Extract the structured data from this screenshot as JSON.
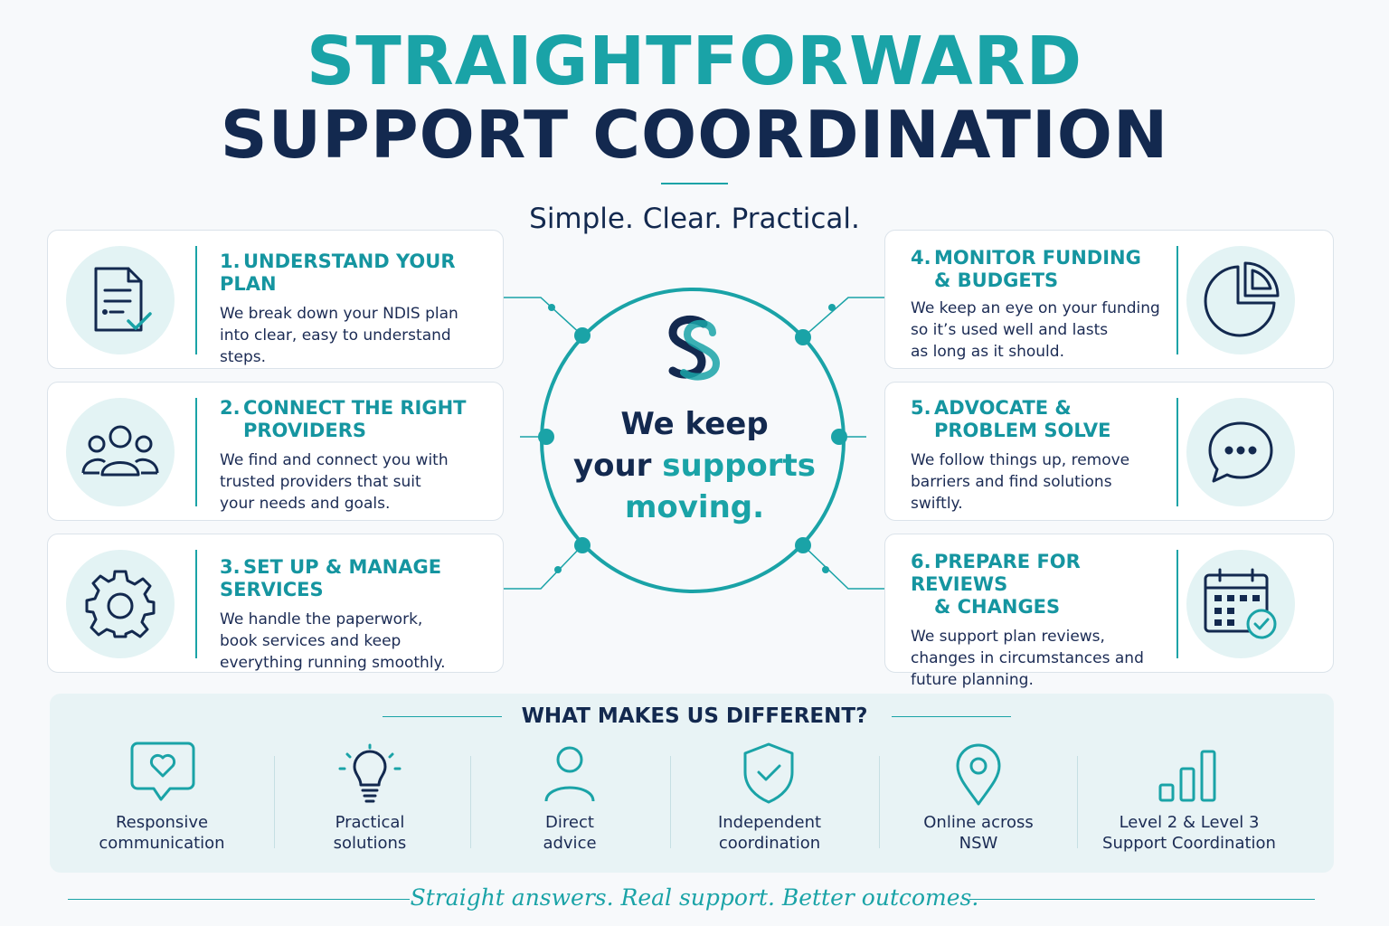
{
  "header": {
    "title_line1": "STRAIGHTFORWARD",
    "title_line2": "SUPPORT COORDINATION",
    "tagline": "Simple. Clear. Practical."
  },
  "steps": [
    {
      "num": "1.",
      "title": [
        "UNDERSTAND YOUR PLAN"
      ],
      "body": [
        "We break down your NDIS plan",
        "into clear, easy to understand",
        "steps."
      ],
      "icon": "document-check-icon"
    },
    {
      "num": "2.",
      "title": [
        "CONNECT THE RIGHT",
        "PROVIDERS"
      ],
      "body": [
        "We find and connect you with",
        "trusted providers that suit",
        "your needs and goals."
      ],
      "icon": "people-group-icon"
    },
    {
      "num": "3.",
      "title": [
        "SET UP & MANAGE SERVICES"
      ],
      "body": [
        "We handle the paperwork,",
        "book services and keep",
        "everything running smoothly."
      ],
      "icon": "gear-icon"
    },
    {
      "num": "4.",
      "title": [
        "MONITOR FUNDING",
        "& BUDGETS"
      ],
      "body": [
        "We keep an eye on your funding",
        "so it’s used well and lasts",
        "as long as it should."
      ],
      "icon": "pie-chart-icon"
    },
    {
      "num": "5.",
      "title": [
        "ADVOCATE &",
        "PROBLEM SOLVE"
      ],
      "body": [
        "We follow things up, remove",
        "barriers and find solutions",
        "swiftly."
      ],
      "icon": "chat-bubble-icon"
    },
    {
      "num": "6.",
      "title": [
        "PREPARE FOR REVIEWS",
        "& CHANGES"
      ],
      "body": [
        "We support plan reviews,",
        "changes in circumstances and",
        "future planning."
      ],
      "icon": "calendar-check-icon"
    }
  ],
  "center": {
    "logo_icon": "linked-s-logo-icon",
    "line1": "We keep",
    "line2a": "your ",
    "line2b": "supports",
    "line3": "moving."
  },
  "different": {
    "title": "WHAT MAKES US DIFFERENT?",
    "items": [
      {
        "lines": [
          "Responsive",
          "communication"
        ],
        "icon": "heart-message-icon"
      },
      {
        "lines": [
          "Practical",
          "solutions"
        ],
        "icon": "lightbulb-icon"
      },
      {
        "lines": [
          "Direct",
          "advice"
        ],
        "icon": "person-icon"
      },
      {
        "lines": [
          "Independent",
          "coordination"
        ],
        "icon": "shield-check-icon"
      },
      {
        "lines": [
          "Online across",
          "NSW"
        ],
        "icon": "location-pin-icon"
      },
      {
        "lines": [
          "Level 2 & Level 3",
          "Support Coordination"
        ],
        "icon": "bar-levels-icon"
      }
    ]
  },
  "footer": {
    "tagline": "Straight answers. Real support. Better outcomes."
  },
  "colors": {
    "teal": "#1aa3a7",
    "navy": "#13294f",
    "icon_bg": "#e3f3f4",
    "panel_bg": "#e8f3f5"
  }
}
